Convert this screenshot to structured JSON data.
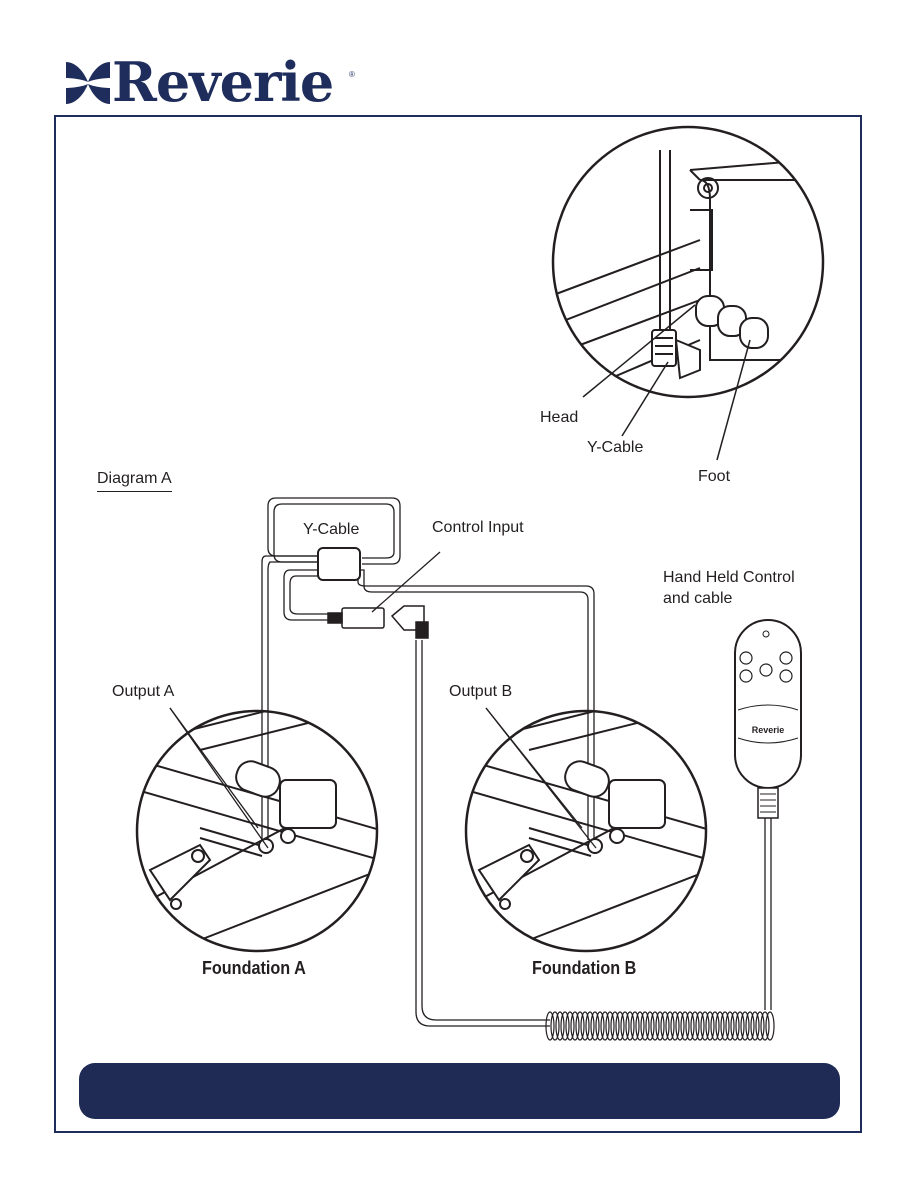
{
  "brand": {
    "name": "Reverie",
    "registered": "®",
    "color": "#1f2d5c"
  },
  "diagram": {
    "title": "Diagram A",
    "labels": {
      "head": "Head",
      "y_cable_inset": "Y-Cable",
      "foot": "Foot",
      "y_cable": "Y-Cable",
      "control_input": "Control Input",
      "hand_held_line1": "Hand Held Control",
      "hand_held_line2": "and cable",
      "output_a": "Output A",
      "output_b": "Output B"
    },
    "captions": {
      "foundation_a": "Foundation A",
      "foundation_b": "Foundation B"
    },
    "remote_brand": "Reverie"
  },
  "footer": {
    "color": "#1f2a55"
  }
}
